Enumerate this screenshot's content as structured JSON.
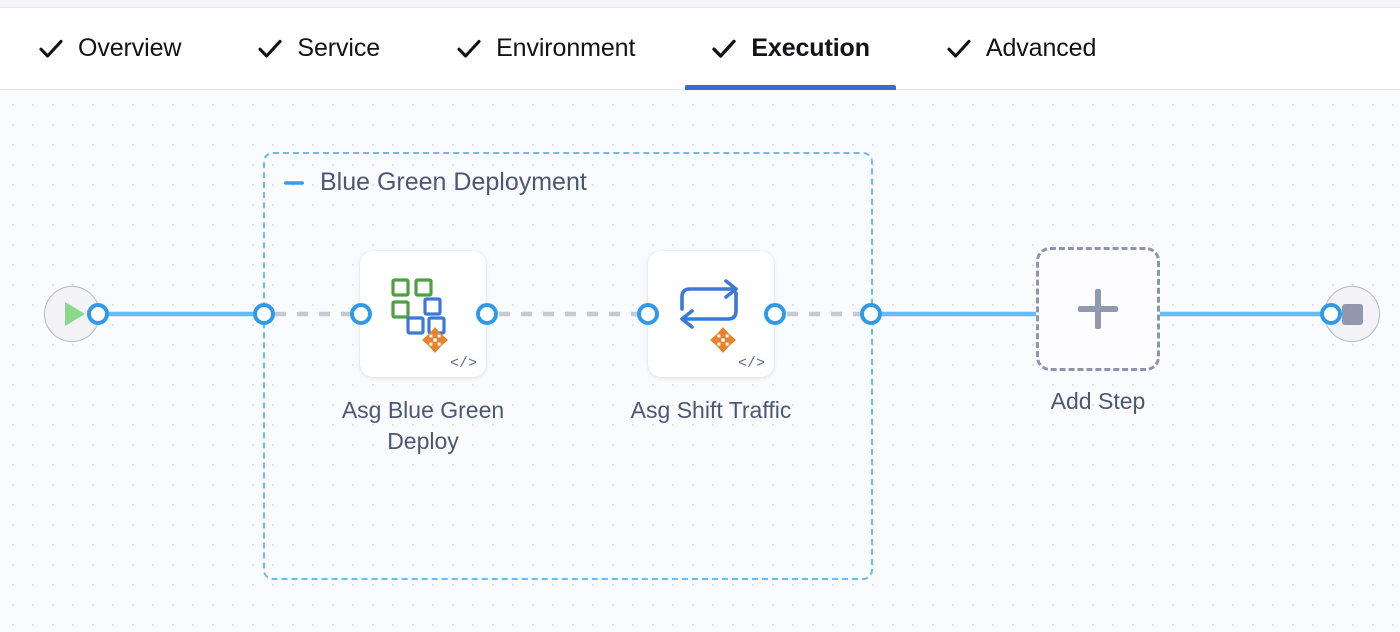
{
  "tabs": [
    {
      "label": "Overview",
      "icon": "check-icon",
      "active": false,
      "completed": true
    },
    {
      "label": "Service",
      "icon": "check-icon",
      "active": false,
      "completed": true
    },
    {
      "label": "Environment",
      "icon": "check-icon",
      "active": false,
      "completed": true
    },
    {
      "label": "Execution",
      "icon": "check-icon",
      "active": true,
      "completed": true
    },
    {
      "label": "Advanced",
      "icon": "check-icon",
      "active": false,
      "completed": true
    }
  ],
  "stage": {
    "title": "Blue Green Deployment",
    "collapse_icon": "minus-icon"
  },
  "pipeline": {
    "start_node": {
      "icon": "play-icon",
      "name": "start"
    },
    "end_node": {
      "icon": "stop-icon",
      "name": "end"
    },
    "steps": [
      {
        "label": "Asg Blue Green Deploy",
        "icon": "asg-blue-green-deploy-icon",
        "badge": "</>"
      },
      {
        "label": "Asg Shift Traffic",
        "icon": "asg-shift-traffic-icon",
        "badge": "</>"
      }
    ],
    "add_step": {
      "label": "Add Step",
      "icon": "plus-icon"
    }
  },
  "colors": {
    "accent_blue": "#2e6fd1",
    "connector_blue": "#2e9bea",
    "edge_blue": "#62bdf0",
    "stage_border": "#66bdf2",
    "dashed_edge_gray": "#c5c9d4",
    "text_muted": "#4d5774",
    "play_green": "#8bd88b",
    "stop_gray": "#9198ae",
    "aws_orange": "#e8822c",
    "icon_green": "#4f9f43",
    "icon_blue": "#3b78d8",
    "canvas_bg": "#fafbfe",
    "dot_grid": "#dfe3ec"
  }
}
